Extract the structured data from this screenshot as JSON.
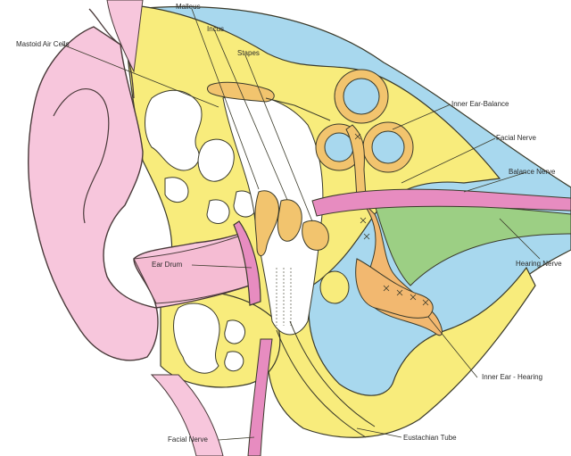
{
  "labels": {
    "mastoid_air_cells": "Mastoid Air Cells",
    "malleus": "Malleus",
    "incus": "Incus",
    "stapes": "Stapes",
    "inner_ear_balance": "Inner Ear-Balance",
    "facial_nerve_top": "Facial Nerve",
    "balance_nerve": "Balance Nerve",
    "hearing_nerve": "Hearing Nerve",
    "ear_drum": "Ear Drum",
    "inner_ear_hearing": "Inner Ear - Hearing",
    "eustachian_tube": "Eustachian Tube",
    "facial_nerve_bottom": "Facial Nerve"
  },
  "colors": {
    "skin": "#f7c6dc",
    "skin_outline": "#4a3a3a",
    "bone": "#f8ec7c",
    "fluid": "#a8d8ee",
    "ossicle": "#f2c46e",
    "cochlea": "#f2b870",
    "nerve_pink": "#e78cc0",
    "nerve_green": "#9ccf84",
    "outline": "#3a3a2a"
  }
}
